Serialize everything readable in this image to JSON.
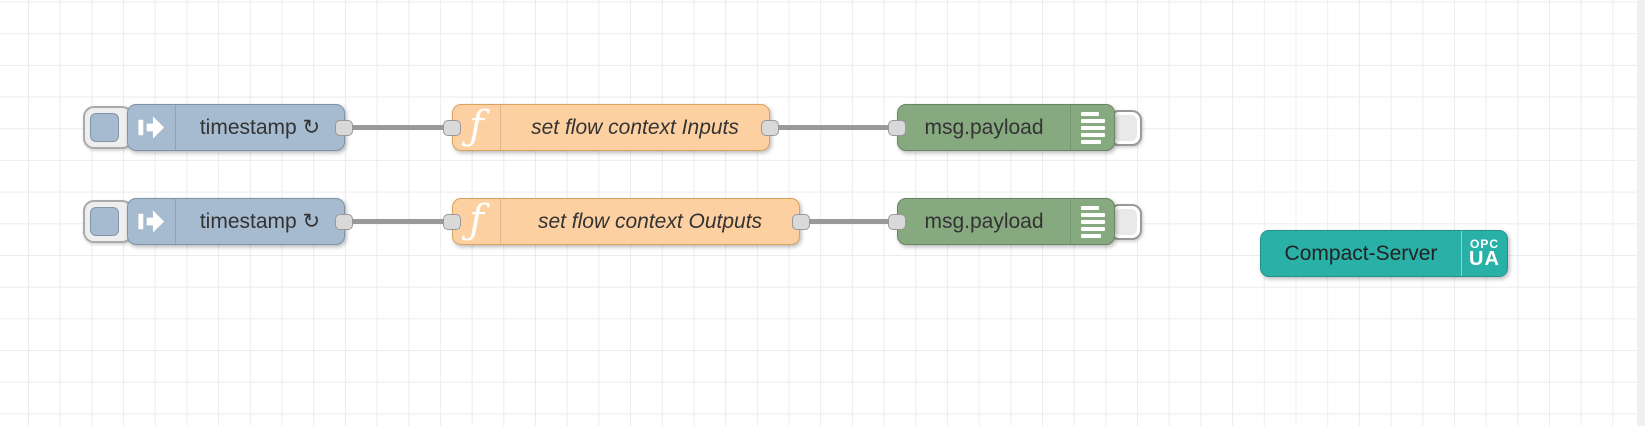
{
  "canvas": {
    "background": "#ffffff",
    "grid_color": "#ececec",
    "gutter_color": "#f0f0f0",
    "wire_color": "#999999",
    "port_color": "#d9d9d9"
  },
  "nodes": {
    "inject1": {
      "type": "inject",
      "label": "timestamp ↻",
      "color": "#a6bbcf",
      "icon": "inject-arrow-icon"
    },
    "function1": {
      "type": "function",
      "label": "set flow context Inputs",
      "color": "#fdd0a2",
      "icon": "function-f-icon",
      "icon_glyph": "ƒ"
    },
    "debug1": {
      "type": "debug",
      "label": "msg.payload",
      "color": "#87a980",
      "icon": "debug-lines-icon"
    },
    "inject2": {
      "type": "inject",
      "label": "timestamp ↻",
      "color": "#a6bbcf",
      "icon": "inject-arrow-icon"
    },
    "function2": {
      "type": "function",
      "label": "set flow context Outputs",
      "color": "#fdd0a2",
      "icon": "function-f-icon",
      "icon_glyph": "ƒ"
    },
    "debug2": {
      "type": "debug",
      "label": "msg.payload",
      "color": "#87a980",
      "icon": "debug-lines-icon"
    },
    "server1": {
      "type": "opcua-compact-server",
      "label": "Compact-Server",
      "color": "#2ab1a7",
      "badge_top": "OPC",
      "badge_bottom": "UA"
    }
  }
}
